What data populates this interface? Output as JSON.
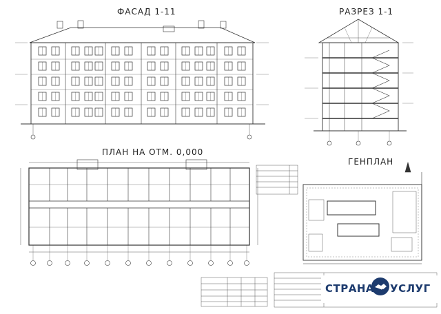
{
  "titles": {
    "facade": "ФАСАД 1-11",
    "section": "РАЗРЕЗ 1-1",
    "plan": "ПЛАН НА ОТМ. 0,000",
    "genplan": "ГЕНПЛАН"
  },
  "brand": {
    "left": "СТРАНА",
    "right": "УСЛУГ",
    "accent_color": "#1d3b6e",
    "logo_icon": "handshake-icon"
  },
  "line_color": "#333333"
}
